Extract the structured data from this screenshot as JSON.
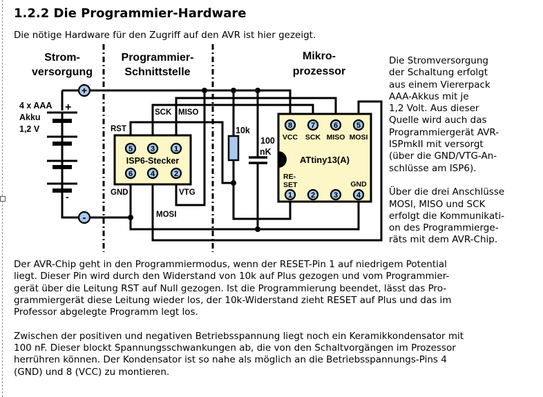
{
  "heading": "1.2.2 Die Programmier-Hardware",
  "intro": "Die nötige Hardware für den Zugriff auf den AVR ist hier gezeigt.",
  "diagram": {
    "sections": {
      "power": [
        "Strom-",
        "versorgung"
      ],
      "interface": [
        "Programmier-",
        "Schnittstelle"
      ],
      "mcu": [
        "Mikro-",
        "prozessor"
      ]
    },
    "battery": {
      "lines": [
        "4 x AAA",
        "Akku",
        "1,2 V"
      ],
      "plus": "+",
      "minus": "-"
    },
    "rails": {
      "plus": "+",
      "minus": "-"
    },
    "isp": {
      "title": "ISP6-Stecker",
      "pins": [
        "5",
        "3",
        "1",
        "6",
        "4",
        "2"
      ],
      "signals": {
        "sck": "SCK",
        "miso": "MISO",
        "rst": "RST",
        "gnd": "GND",
        "vtg": "VTG",
        "mosi": "MOSI"
      }
    },
    "resistor": "10k",
    "capacitor": [
      "100",
      "nK"
    ],
    "chip": {
      "title": "ATtiny13(A)",
      "top_pins": [
        "8",
        "7",
        "6",
        "5"
      ],
      "top_labels": [
        "VCC",
        "SCK",
        "MISO",
        "MOSI"
      ],
      "bottom_pins": [
        "1",
        "2",
        "3",
        "4"
      ],
      "reset_label": [
        "RE-",
        "SET"
      ],
      "gnd_label": "GND"
    },
    "colors": {
      "pin_fill": "#a9c9ee",
      "chip_fill": "#fdf7c7",
      "resistor_fill": "#a9c9ee"
    }
  },
  "side_text": {
    "p1": [
      "Die Stromversorgung",
      "der Schaltung erfolgt",
      "aus einem Viererpack",
      "AAA-Akkus mit je",
      "1,2 Volt. Aus dieser",
      "Quelle wird auch das",
      "Programmiergerät AVR-",
      "ISPmkII mit versorgt",
      "(über die GND/VTG-An-",
      "schlüsse am ISP6)."
    ],
    "p2": [
      "Über die drei Anschlüsse",
      "MOSI, MISO und SCK",
      "erfolgt die Kommunikati-",
      "on des Programmierge-",
      "räts mit dem AVR-Chip."
    ]
  },
  "body_text": {
    "p1": [
      "Der AVR-Chip geht in den Programmiermodus, wenn der RESET-Pin 1 auf niedrigem Potential",
      "liegt. Dieser Pin wird durch den Widerstand von 10k auf Plus gezogen und vom Programmier-",
      "gerät über die Leitung RST auf Null gezogen. Ist die Programmierung beendet, lässt das Pro-",
      "grammiergerät diese Leitung wieder los, der 10k-Widerstand zieht RESET auf Plus und das im",
      "Professor abgelegte Programm legt los."
    ],
    "p2": [
      "Zwischen der positiven und negativen Betriebsspannung liegt noch ein Keramikkondensator mit",
      "100 nF. Dieser blockt Spannungsschwankungen ab, die von den Schaltvorgängen im Prozessor",
      "herrühren können. Der Kondensator ist so nahe als möglich an die Betriebsspannungs-Pins 4",
      "(GND) und 8 (VCC) zu montieren."
    ]
  }
}
